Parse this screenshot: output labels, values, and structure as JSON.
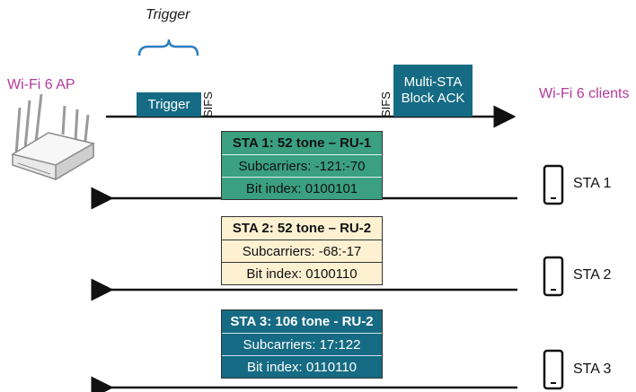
{
  "diagram": {
    "trigger_caption": "Trigger",
    "ap_label": "Wi-Fi 6 AP",
    "clients_label": "Wi-Fi 6 clients",
    "trigger_frame": "Trigger",
    "sifs_1": "SIFS",
    "sifs_2": "SIFS",
    "ack_frame_line1": "Multi-STA",
    "ack_frame_line2": "Block ACK",
    "stations": [
      {
        "title": "STA 1: 52 tone – RU-1",
        "subcarriers": "Subcarriers: -121:-70",
        "bit_index": "Bit index: 0100101",
        "name": "STA 1",
        "color": "#3aa07f"
      },
      {
        "title": "STA 2: 52 tone – RU-2",
        "subcarriers": "Subcarriers: -68:-17",
        "bit_index": "Bit index: 0100110",
        "name": "STA 2",
        "color": "#fdf1d2"
      },
      {
        "title": "STA 3: 106 tone - RU-2",
        "subcarriers": "Subcarriers: 17:122",
        "bit_index": "Bit index: 0110110",
        "name": "STA 3",
        "color": "#156b83"
      }
    ],
    "colors": {
      "accent": "#156b83",
      "label": "#b23a9b"
    }
  }
}
